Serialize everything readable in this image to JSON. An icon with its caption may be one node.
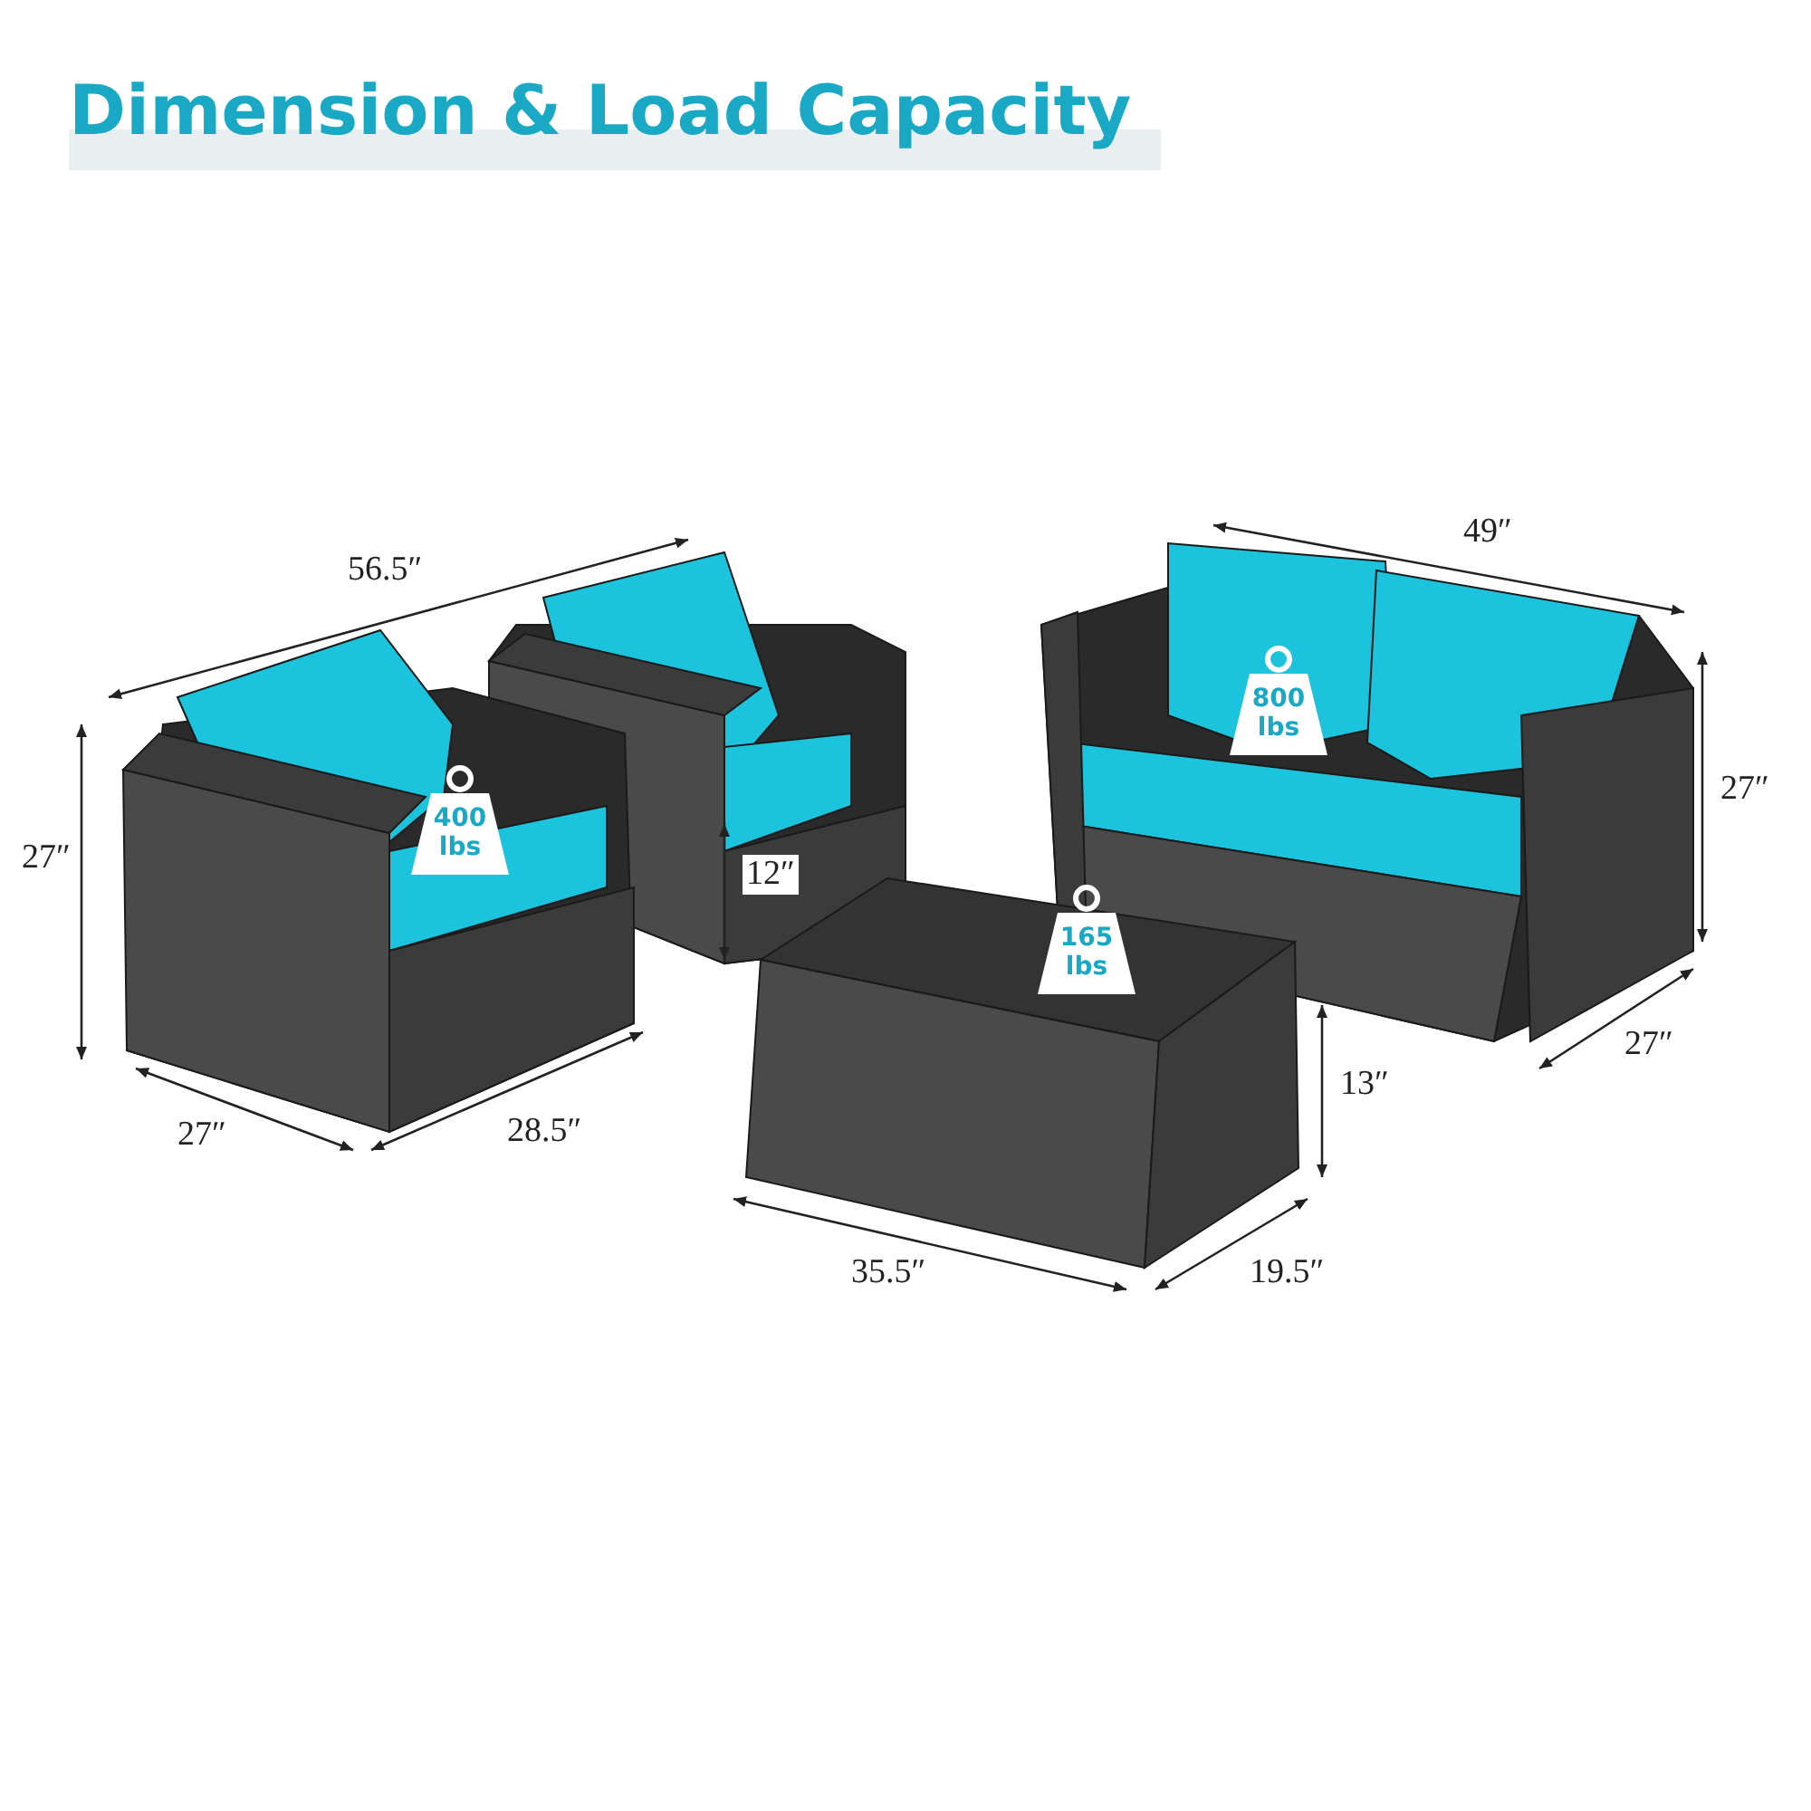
{
  "diagram": {
    "title": "Dimension & Load Capacity",
    "nodes": [
      {
        "text": [
          "400 lbs"
        ]
      },
      {
        "text": [
          "800 lbs"
        ]
      },
      {
        "text": [
          "165 lbs"
        ]
      }
    ],
    "edges": [],
    "labels": [
      "56.5″",
      "49″",
      "27″",
      "12″",
      "27″",
      "13″",
      "27″",
      "28.5″",
      "27″",
      "35.5″",
      "19.5″"
    ]
  }
}
